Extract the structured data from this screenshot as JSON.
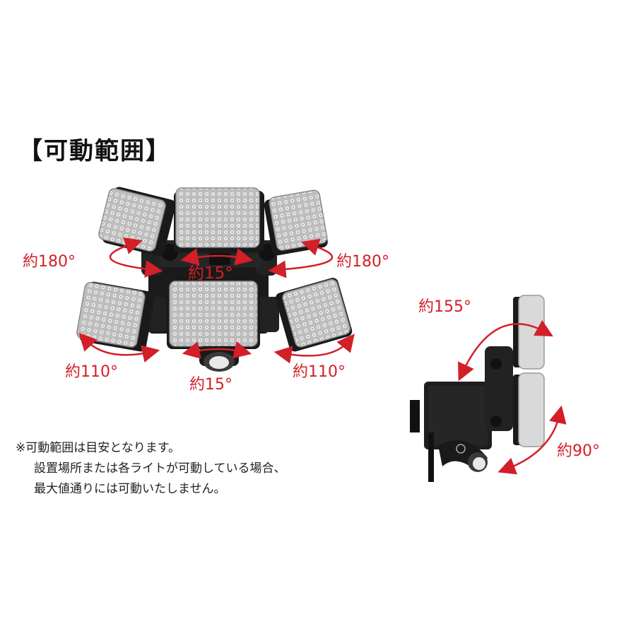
{
  "title": "【可動範囲】",
  "labels": {
    "top_left": "約180°",
    "top_right": "約180°",
    "top_center": "約15°",
    "bottom_left": "約110°",
    "bottom_right": "約110°",
    "bottom_center": "約15°",
    "side_top": "約155°",
    "side_bottom": "約90°"
  },
  "note": [
    "※可動範囲は目安となります。",
    "設置場所または各ライトが可動している場合、",
    "最大値通りには可動いたしません。"
  ],
  "colors": {
    "arrow": "#d21f28",
    "housing": "#1a1a1a",
    "led_panel": "#cfcfcf"
  }
}
